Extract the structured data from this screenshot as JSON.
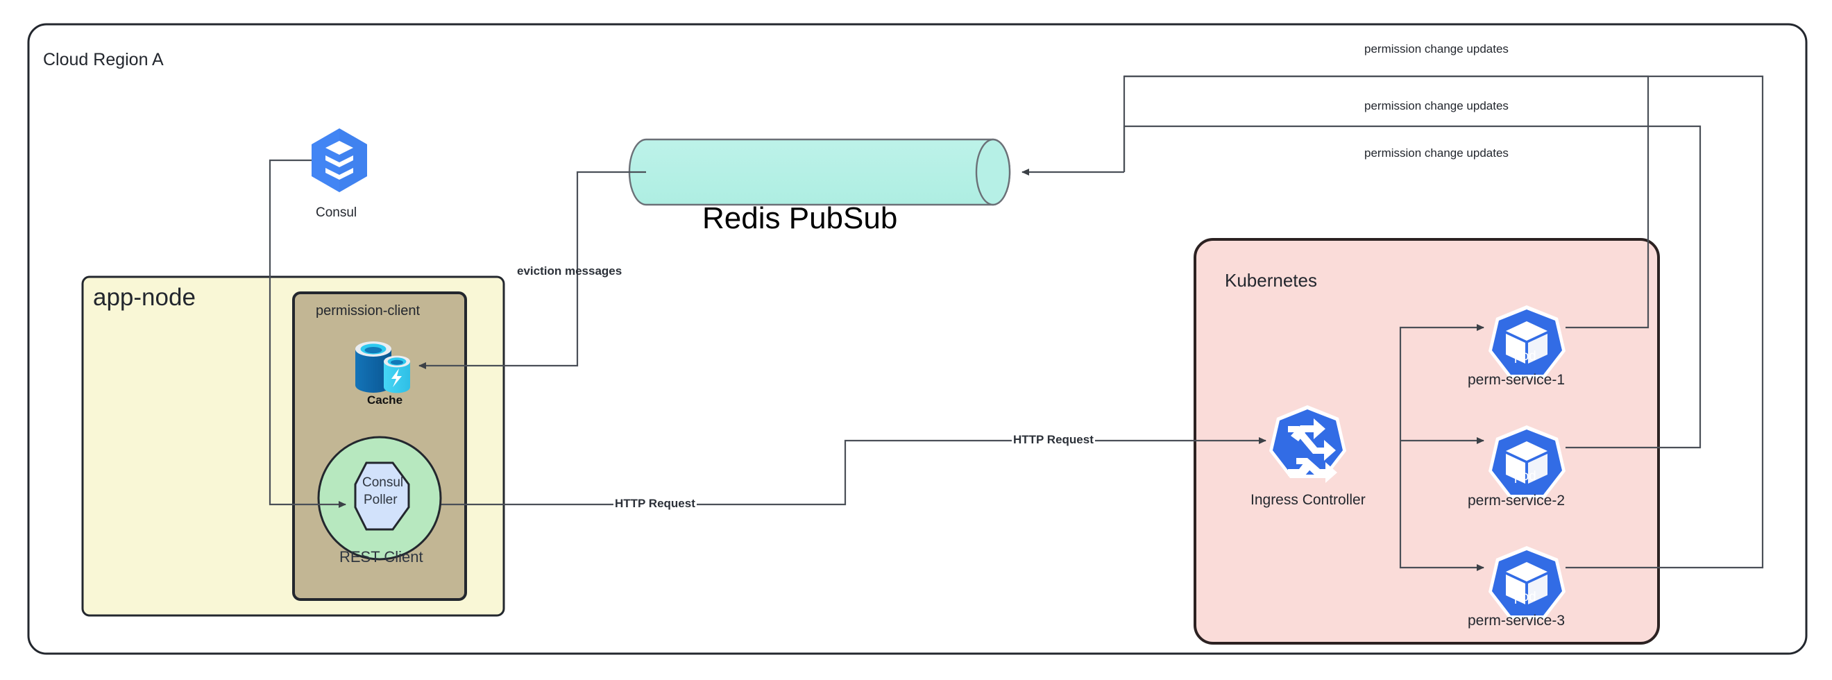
{
  "diagram": {
    "title": "Cloud Region A",
    "type": "architecture-diagram"
  },
  "regions": {
    "cloud_region": {
      "label": "Cloud Region A"
    },
    "app_node": {
      "label": "app-node",
      "fill": "#f9f7d6",
      "stroke": "#23272e"
    },
    "permission_client": {
      "label": "permission-client",
      "fill": "#c2b694",
      "stroke": "#23272e"
    },
    "kubernetes": {
      "label": "Kubernetes",
      "fill": "#fadcd9",
      "stroke": "#2c2222"
    }
  },
  "nodes": {
    "consul": {
      "label": "Consul",
      "icon": "consul-hexagon-icon",
      "color": "#4285f4"
    },
    "redis": {
      "label": "Redis PubSub",
      "shape": "cylinder",
      "fill": "#b6f0e6",
      "stroke": "#5f6368"
    },
    "cache": {
      "label": "Cache",
      "icon": "redis-cache-icon",
      "primary": "#0d6aad",
      "accent": "#3bcdf0"
    },
    "rest_client": {
      "label": "REST Client",
      "fill": "#b7e8bf",
      "stroke": "#23272e"
    },
    "consul_poller": {
      "label_line1": "Consul",
      "label_line2": "Poller",
      "fill": "#d2e2fb",
      "stroke": "#23272e"
    },
    "ingress": {
      "label": "Ingress Controller",
      "icon": "k8s-ingress-icon",
      "color": "#326ce5"
    },
    "pods": [
      {
        "label": "perm-service-1",
        "badge": "pod",
        "icon": "k8s-pod-icon",
        "color": "#326ce5"
      },
      {
        "label": "perm-service-2",
        "badge": "pod",
        "icon": "k8s-pod-icon",
        "color": "#326ce5"
      },
      {
        "label": "perm-service-3",
        "badge": "pod",
        "icon": "k8s-pod-icon",
        "color": "#326ce5"
      }
    ]
  },
  "edges": {
    "eviction": {
      "label": "eviction messages"
    },
    "http_request_1": {
      "label": "HTTP Request"
    },
    "http_request_2": {
      "label": "HTTP Request"
    },
    "permission_updates": [
      {
        "label": "permission change updates"
      },
      {
        "label": "permission change updates"
      },
      {
        "label": "permission change updates"
      }
    ]
  },
  "colors": {
    "line": "#4a4f57",
    "text": "#23272e",
    "k8s_blue": "#326ce5",
    "consul_blue": "#4285f4"
  }
}
